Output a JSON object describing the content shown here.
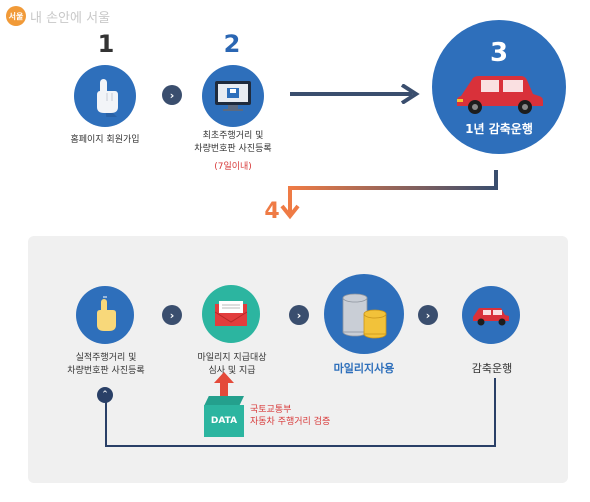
{
  "header": {
    "logo_badge": "서울",
    "logo_text": "내 손안에 서울"
  },
  "steps": {
    "s1": {
      "num": "1",
      "label": "홈페이지 회원가입"
    },
    "s2": {
      "num": "2",
      "label_line1": "최초주행거리 및",
      "label_line2": "차량번호판 사진등록",
      "note": "(7일이내)"
    },
    "s3": {
      "num": "3",
      "label": "1년 감축운행"
    },
    "s4": {
      "num": "4"
    }
  },
  "bottom": {
    "b1": {
      "label_line1": "실적주행거리 및",
      "label_line2": "차량번호판 사진등록"
    },
    "b2": {
      "label_line1": "마일리지 지급대상",
      "label_line2": "심사 및 지급"
    },
    "b3": {
      "label": "마일리지사용"
    },
    "b4": {
      "label": "감축운행"
    },
    "data_box": "DATA",
    "verify_line1": "국토교통부",
    "verify_line2": "자동차 주행거리 검증"
  },
  "colors": {
    "primary_blue": "#2e6fbb",
    "dark_navy": "#3a4e6e",
    "accent_orange": "#ef7b45",
    "accent_red": "#d83a3a",
    "teal": "#2cb5a0",
    "car_red": "#d9313a"
  }
}
